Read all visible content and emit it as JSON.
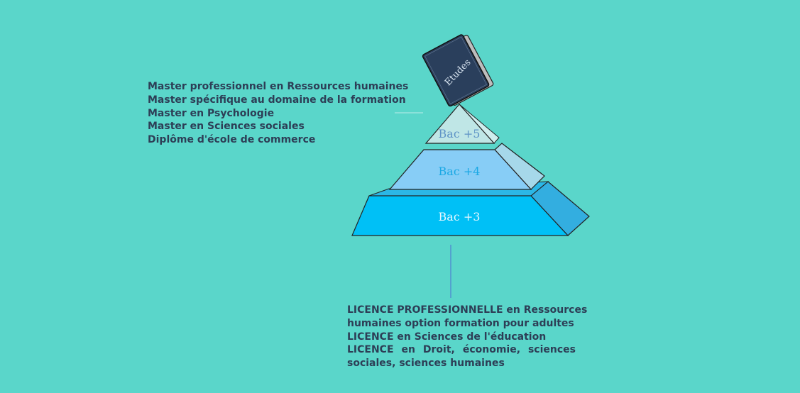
{
  "book": {
    "label": "Etudes"
  },
  "tiers": [
    {
      "label": "Bac +5",
      "color": "#bfe6e6",
      "text_color": "#5e93c6"
    },
    {
      "label": "Bac +4",
      "color": "#87cdf6",
      "text_color": "#1aa8e4"
    },
    {
      "label": "Bac +3",
      "color": "#00c0f6",
      "text_color": "#e6f7ff"
    }
  ],
  "master": {
    "items": [
      "Master professionnel en Ressources humaines",
      "Master spécifique au domaine de la formation",
      "Master en Psychologie",
      "Master en Sciences sociales",
      "Diplôme d'école de commerce"
    ]
  },
  "licence": {
    "lines": [
      "LICENCE PROFESSIONNELLE en  Ressources",
      "humaines option formation pour adultes",
      "LICENCE en Sciences de l'éducation",
      "LICENCE en Droit, économie, sciences",
      "sociales, sciences humaines"
    ]
  },
  "colors": {
    "background": "#5ad6ca",
    "text": "#2d3e56",
    "book_cover": "#2a3f5c"
  }
}
